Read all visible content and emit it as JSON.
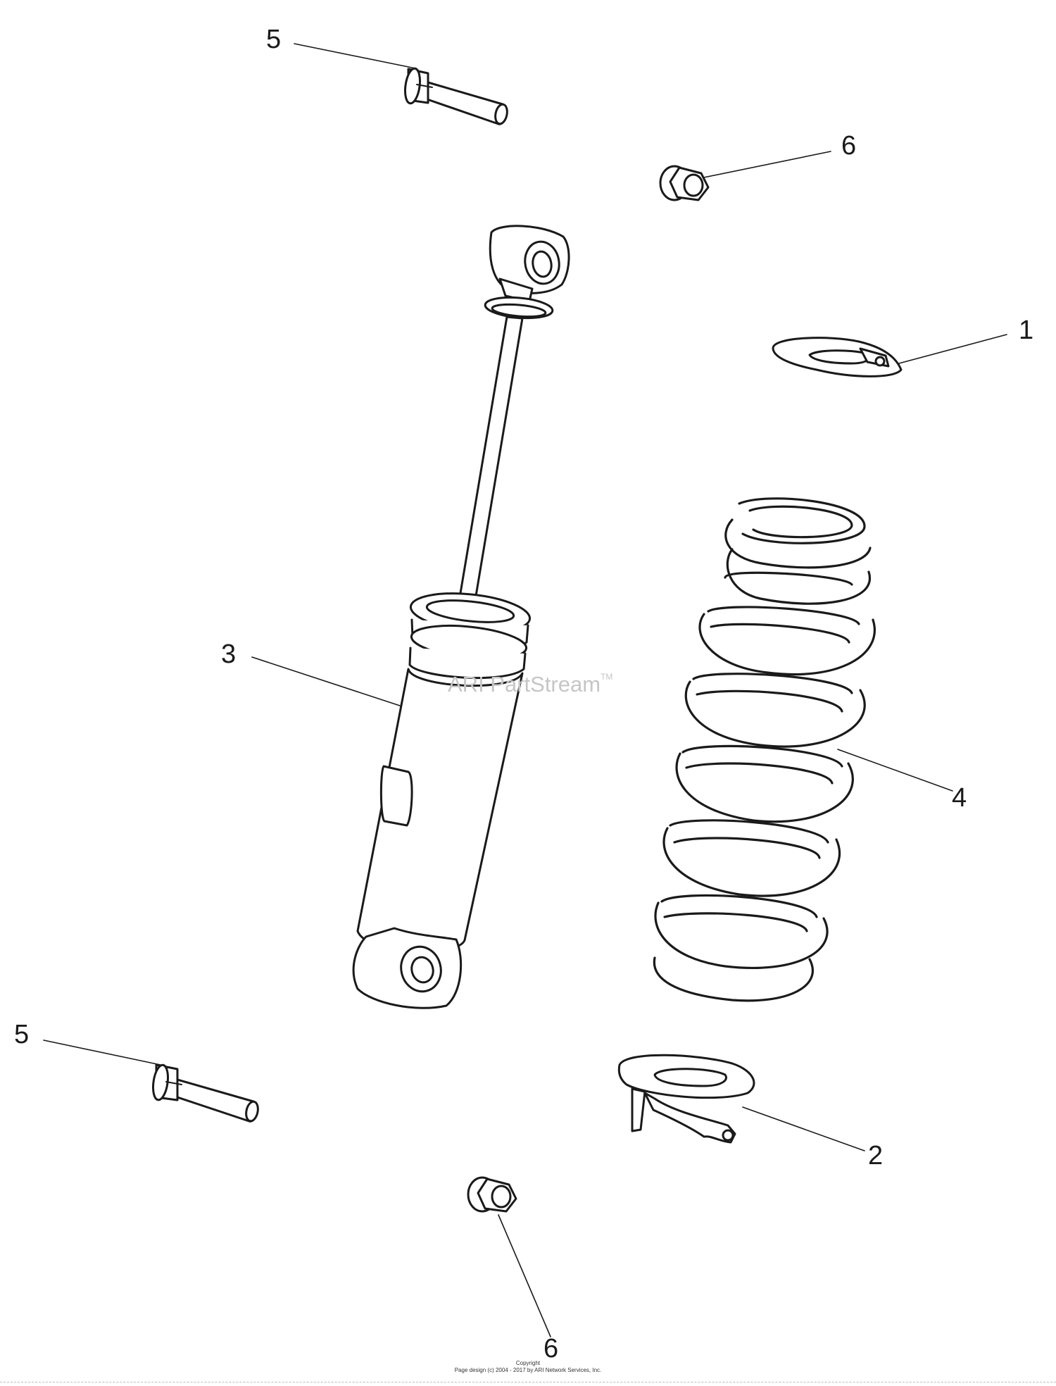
{
  "diagram": {
    "callouts": [
      {
        "id": "c5-top",
        "label": "5"
      },
      {
        "id": "c6-top",
        "label": "6"
      },
      {
        "id": "c1",
        "label": "1"
      },
      {
        "id": "c3",
        "label": "3"
      },
      {
        "id": "c4",
        "label": "4"
      },
      {
        "id": "c5-bottom",
        "label": "5"
      },
      {
        "id": "c2",
        "label": "2"
      },
      {
        "id": "c6-bottom",
        "label": "6"
      }
    ],
    "watermark": {
      "text": "ARI PartStream",
      "mark": "TM"
    },
    "footer": {
      "line1": "Copyright",
      "line2": "Page design (c) 2004 - 2017 by ARI Network Services, Inc."
    }
  }
}
